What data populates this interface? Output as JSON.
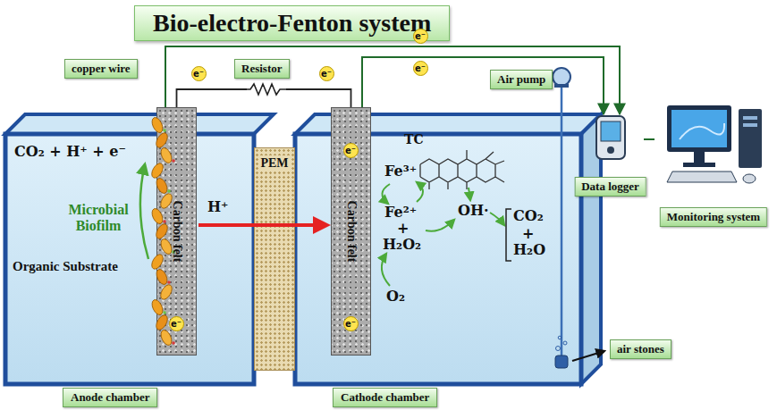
{
  "diagram": {
    "title": "Bio-electro-Fenton system",
    "nodes": [
      {
        "text": [
          "Anode chamber"
        ]
      },
      {
        "text": [
          "Carbon felt"
        ],
        "in": 0
      },
      {
        "text": [
          "PEM"
        ]
      },
      {
        "text": [
          "Cathode chamber"
        ]
      },
      {
        "text": [
          "Carbon felt"
        ],
        "in": 3
      },
      {
        "text": [
          "copper wire"
        ]
      },
      {
        "text": [
          "Resistor"
        ]
      },
      {
        "text": [
          "Air pump"
        ]
      },
      {
        "text": [
          "Data logger"
        ]
      },
      {
        "text": [
          "Monitoring system"
        ]
      },
      {
        "text": [
          "air stones"
        ]
      }
    ],
    "edges": [
      {
        "from": 1,
        "to": 4,
        "arrow": "none"
      },
      {
        "from": 1,
        "to": 8,
        "arrow": "to"
      },
      {
        "from": 4,
        "to": 8,
        "arrow": "to"
      },
      {
        "from": 8,
        "to": 9,
        "arrow": "none"
      }
    ],
    "labels": [
      "CO₂ + H⁺ + e⁻",
      "Microbial Biofilm",
      "Organic Substrate",
      "H⁺",
      "TC",
      "Fe³⁺",
      "Fe²⁺",
      "+",
      "H₂O₂",
      "O₂",
      "OH·",
      "CO₂",
      "+",
      "H₂O",
      "e⁻",
      "e⁻",
      "e⁻",
      "e⁻",
      "e⁻",
      "e⁻",
      "e⁻"
    ]
  }
}
